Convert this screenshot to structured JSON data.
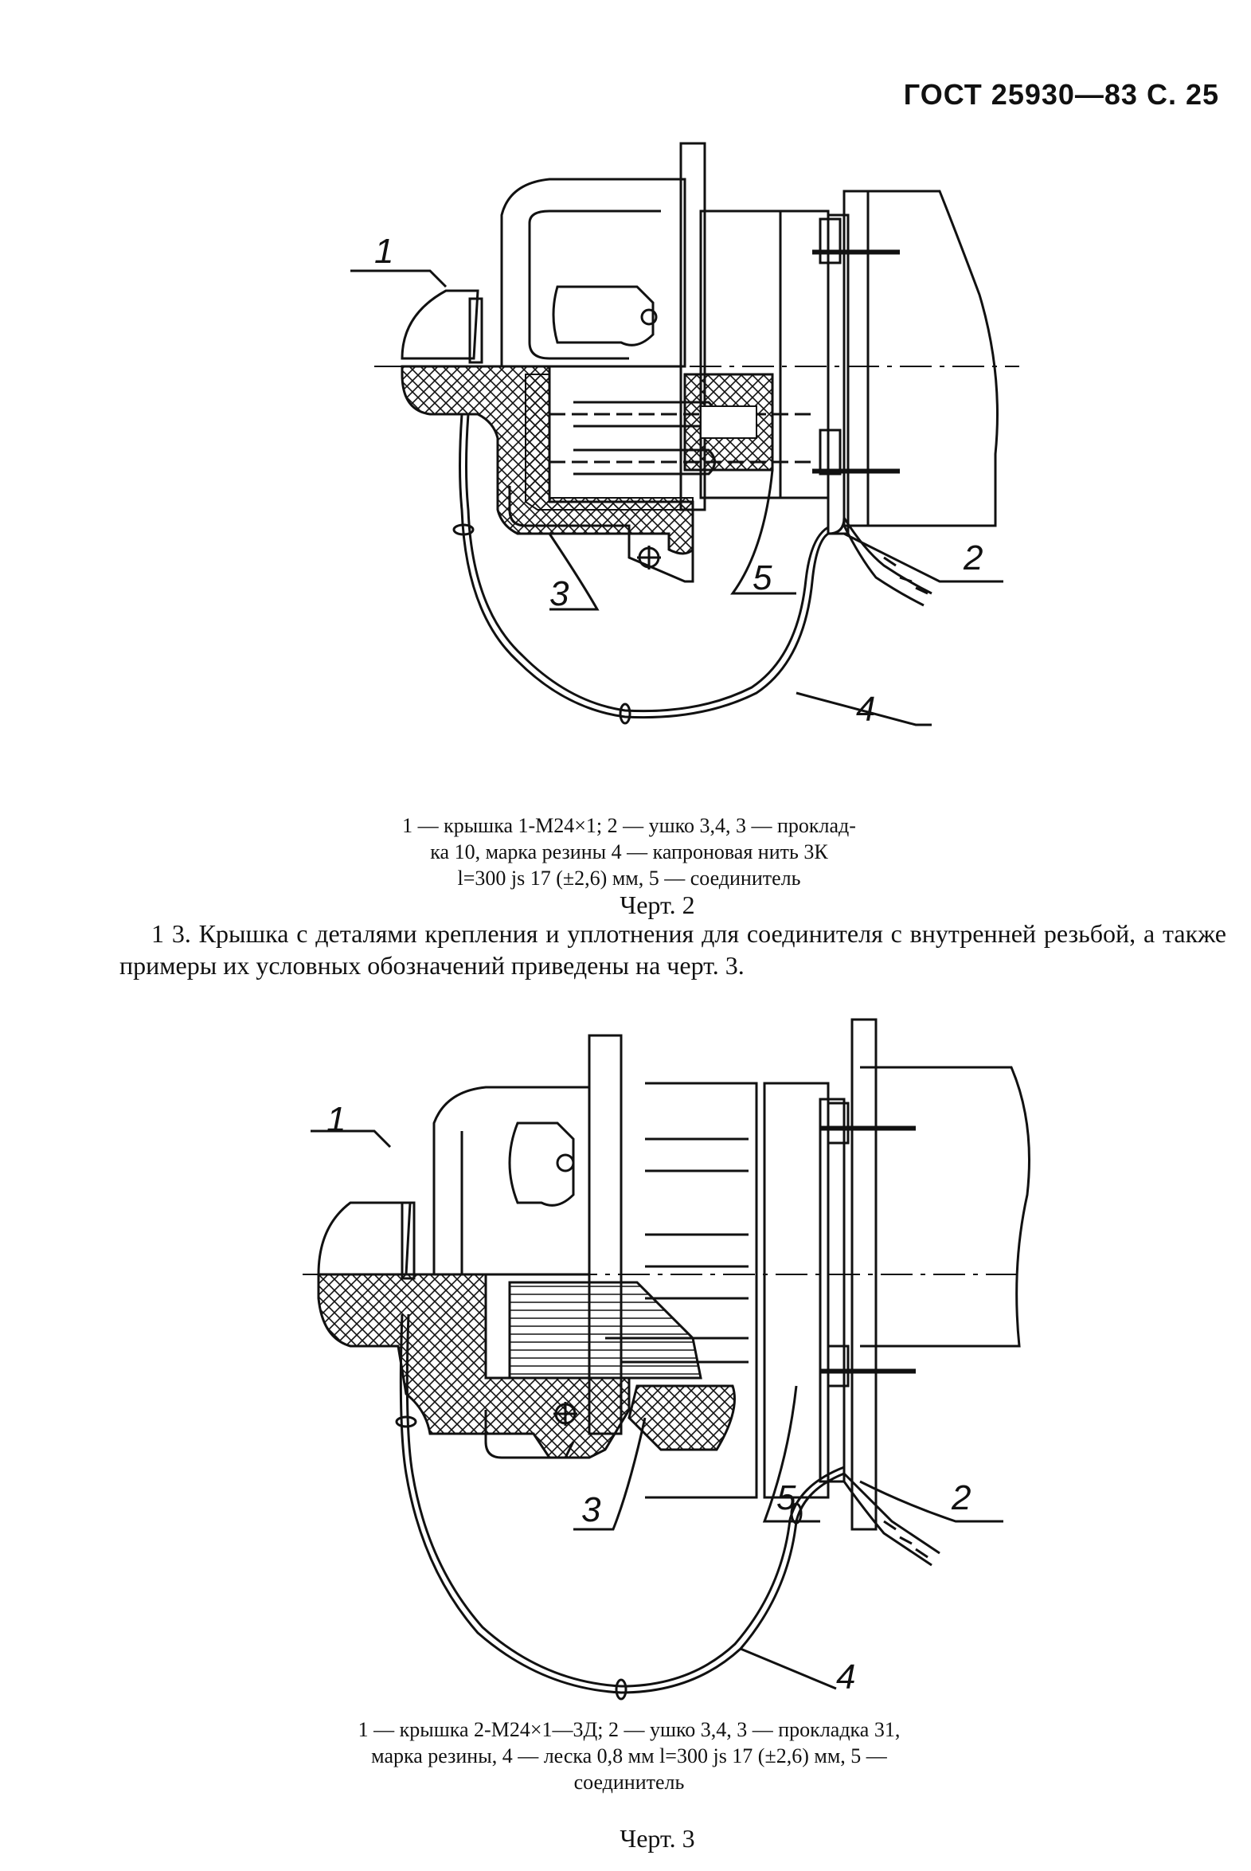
{
  "header": {
    "text": "ГОСТ 25930—83 С. 25"
  },
  "figure2": {
    "labels": [
      "1",
      "2",
      "3",
      "4",
      "5"
    ],
    "caption_lines": [
      "1 — крышка 1-М24×1; 2 — ушко 3,4, 3 — проклад-",
      "ка 10, марка резины 4 — капроновая нить 3К",
      "l=300 js 17 (±2,6) мм, 5 — соединитель"
    ],
    "title": "Черт. 2"
  },
  "paragraph": "1 3. Крышка с деталями крепления и уплотнения для соединителя с внутренней резьбой, а также примеры их условных обозначений приведены на черт. 3.",
  "figure3": {
    "labels": [
      "1",
      "2",
      "3",
      "4",
      "5"
    ],
    "caption_lines": [
      "1 — крышка 2-М24×1—3Д; 2 — ушко 3,4, 3 — прокладка 31,",
      "марка резины, 4 — леска 0,8 мм l=300 js 17 (±2,6) мм, 5 —",
      "соединитель"
    ],
    "title": "Черт. 3"
  }
}
